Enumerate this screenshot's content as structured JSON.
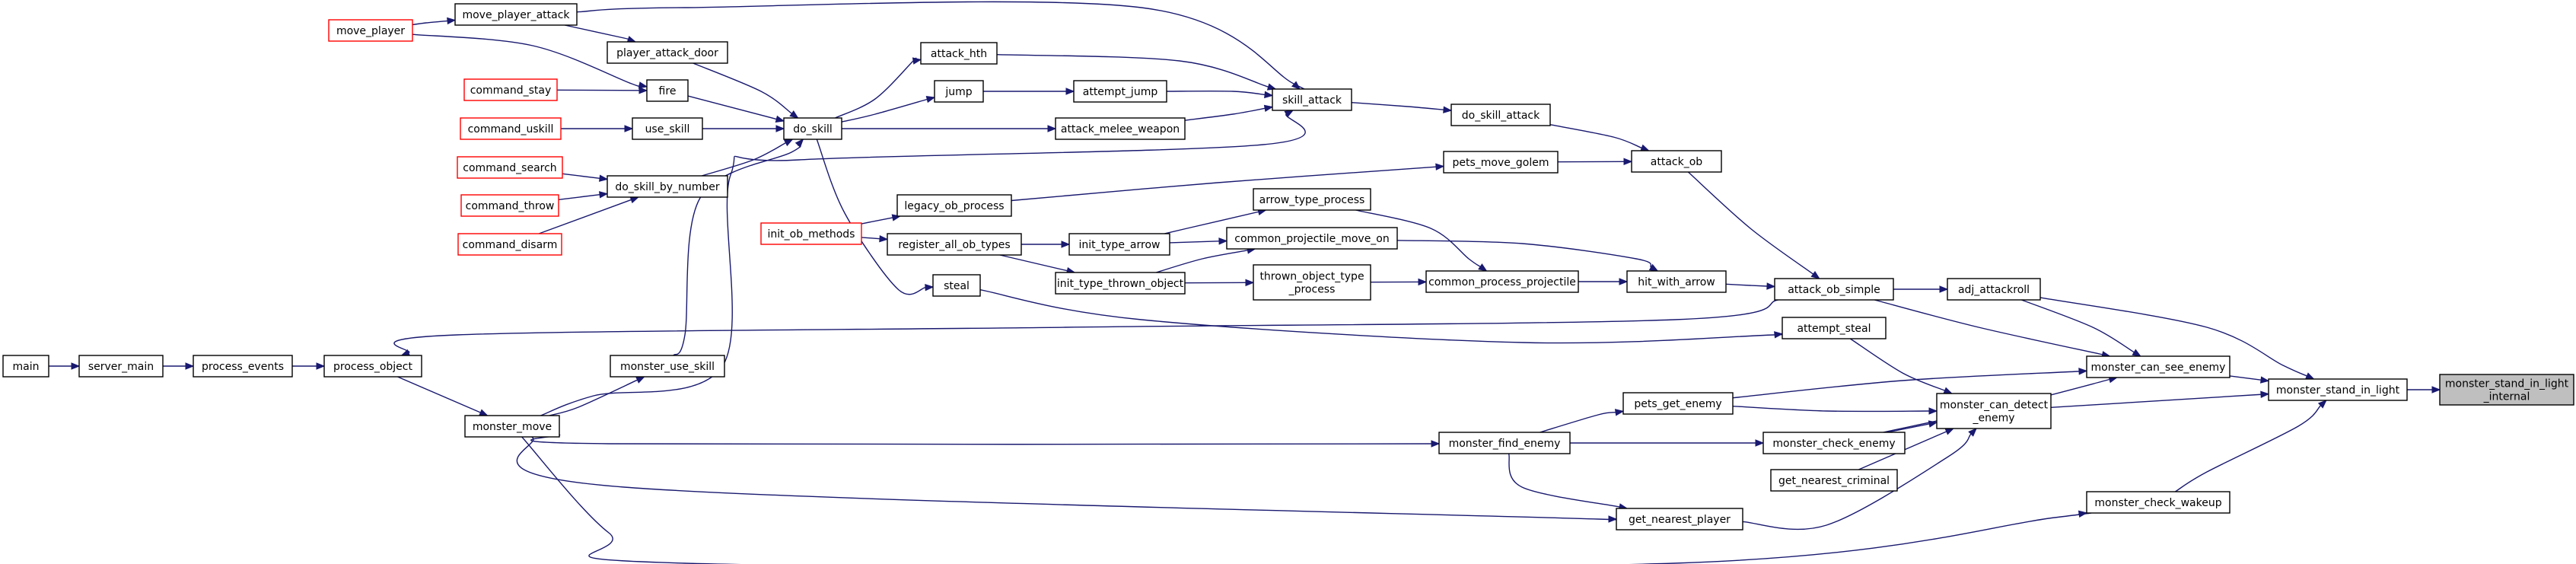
{
  "diagram": {
    "nodes": {
      "monster_stand_in_light_internal": {
        "lines": [
          "monster_stand_in_light",
          "_internal"
        ],
        "style": "grey"
      },
      "monster_stand_in_light": {
        "lines": [
          "monster_stand_in_light"
        ],
        "style": "normal"
      },
      "monster_can_see_enemy": {
        "lines": [
          "monster_can_see_enemy"
        ],
        "style": "normal"
      },
      "monster_can_detect_enemy": {
        "lines": [
          "monster_can_detect",
          "_enemy"
        ],
        "style": "normal"
      },
      "monster_check_wakeup": {
        "lines": [
          "monster_check_wakeup"
        ],
        "style": "normal"
      },
      "adj_attackroll": {
        "lines": [
          "adj_attackroll"
        ],
        "style": "normal"
      },
      "attack_ob_simple": {
        "lines": [
          "attack_ob_simple"
        ],
        "style": "normal"
      },
      "attempt_steal": {
        "lines": [
          "attempt_steal"
        ],
        "style": "normal"
      },
      "pets_get_enemy": {
        "lines": [
          "pets_get_enemy"
        ],
        "style": "normal"
      },
      "monster_check_enemy": {
        "lines": [
          "monster_check_enemy"
        ],
        "style": "normal"
      },
      "get_nearest_criminal": {
        "lines": [
          "get_nearest_criminal"
        ],
        "style": "normal"
      },
      "get_nearest_player": {
        "lines": [
          "get_nearest_player"
        ],
        "style": "normal"
      },
      "monster_find_enemy": {
        "lines": [
          "monster_find_enemy"
        ],
        "style": "normal"
      },
      "attack_ob": {
        "lines": [
          "attack_ob"
        ],
        "style": "normal"
      },
      "hit_with_arrow": {
        "lines": [
          "hit_with_arrow"
        ],
        "style": "normal"
      },
      "do_skill_attack": {
        "lines": [
          "do_skill_attack"
        ],
        "style": "normal"
      },
      "pets_move_golem": {
        "lines": [
          "pets_move_golem"
        ],
        "style": "normal"
      },
      "common_process_projectile": {
        "lines": [
          "common_process_projectile"
        ],
        "style": "normal"
      },
      "arrow_type_process": {
        "lines": [
          "arrow_type_process"
        ],
        "style": "normal"
      },
      "common_projectile_move_on": {
        "lines": [
          "common_projectile_move_on"
        ],
        "style": "normal"
      },
      "thrown_object_type_process": {
        "lines": [
          "thrown_object_type",
          "_process"
        ],
        "style": "normal"
      },
      "skill_attack": {
        "lines": [
          "skill_attack"
        ],
        "style": "normal"
      },
      "init_type_arrow": {
        "lines": [
          "init_type_arrow"
        ],
        "style": "normal"
      },
      "init_type_thrown_object": {
        "lines": [
          "init_type_thrown_object"
        ],
        "style": "normal"
      },
      "legacy_ob_process": {
        "lines": [
          "legacy_ob_process"
        ],
        "style": "normal"
      },
      "register_all_ob_types": {
        "lines": [
          "register_all_ob_types"
        ],
        "style": "normal"
      },
      "init_ob_methods": {
        "lines": [
          "init_ob_methods"
        ],
        "style": "red"
      },
      "steal": {
        "lines": [
          "steal"
        ],
        "style": "normal"
      },
      "attack_hth": {
        "lines": [
          "attack_hth"
        ],
        "style": "normal"
      },
      "jump": {
        "lines": [
          "jump"
        ],
        "style": "normal"
      },
      "attempt_jump": {
        "lines": [
          "attempt_jump"
        ],
        "style": "normal"
      },
      "attack_melee_weapon": {
        "lines": [
          "attack_melee_weapon"
        ],
        "style": "normal"
      },
      "do_skill": {
        "lines": [
          "do_skill"
        ],
        "style": "normal"
      },
      "move_player_attack": {
        "lines": [
          "move_player_attack"
        ],
        "style": "normal"
      },
      "player_attack_door": {
        "lines": [
          "player_attack_door"
        ],
        "style": "normal"
      },
      "fire": {
        "lines": [
          "fire"
        ],
        "style": "normal"
      },
      "use_skill": {
        "lines": [
          "use_skill"
        ],
        "style": "normal"
      },
      "do_skill_by_number": {
        "lines": [
          "do_skill_by_number"
        ],
        "style": "normal"
      },
      "monster_use_skill": {
        "lines": [
          "monster_use_skill"
        ],
        "style": "normal"
      },
      "monster_move": {
        "lines": [
          "monster_move"
        ],
        "style": "normal"
      },
      "process_object": {
        "lines": [
          "process_object"
        ],
        "style": "normal"
      },
      "process_events": {
        "lines": [
          "process_events"
        ],
        "style": "normal"
      },
      "server_main": {
        "lines": [
          "server_main"
        ],
        "style": "normal"
      },
      "main": {
        "lines": [
          "main"
        ],
        "style": "normal"
      },
      "move_player": {
        "lines": [
          "move_player"
        ],
        "style": "red"
      },
      "command_stay": {
        "lines": [
          "command_stay"
        ],
        "style": "red"
      },
      "command_uskill": {
        "lines": [
          "command_uskill"
        ],
        "style": "red"
      },
      "command_search": {
        "lines": [
          "command_search"
        ],
        "style": "red"
      },
      "command_throw": {
        "lines": [
          "command_throw"
        ],
        "style": "red"
      },
      "command_disarm": {
        "lines": [
          "command_disarm"
        ],
        "style": "red"
      }
    },
    "edges": [
      [
        "monster_stand_in_light",
        "monster_stand_in_light_internal"
      ],
      [
        "monster_can_see_enemy",
        "monster_stand_in_light"
      ],
      [
        "monster_can_detect_enemy",
        "monster_stand_in_light"
      ],
      [
        "monster_check_wakeup",
        "monster_stand_in_light"
      ],
      [
        "adj_attackroll",
        "monster_stand_in_light"
      ],
      [
        "adj_attackroll",
        "monster_can_see_enemy"
      ],
      [
        "attack_ob_simple",
        "adj_attackroll"
      ],
      [
        "attack_ob_simple",
        "monster_can_see_enemy"
      ],
      [
        "attempt_steal",
        "monster_can_detect_enemy"
      ],
      [
        "pets_get_enemy",
        "monster_can_see_enemy"
      ],
      [
        "pets_get_enemy",
        "monster_can_detect_enemy"
      ],
      [
        "monster_check_enemy",
        "monster_can_see_enemy"
      ],
      [
        "monster_check_enemy",
        "monster_can_detect_enemy"
      ],
      [
        "get_nearest_criminal",
        "monster_can_detect_enemy"
      ],
      [
        "get_nearest_player",
        "monster_can_detect_enemy"
      ],
      [
        "monster_find_enemy",
        "pets_get_enemy"
      ],
      [
        "monster_find_enemy",
        "monster_check_enemy"
      ],
      [
        "monster_find_enemy",
        "get_nearest_player"
      ],
      [
        "attack_ob",
        "attack_ob_simple"
      ],
      [
        "hit_with_arrow",
        "attack_ob_simple"
      ],
      [
        "do_skill_attack",
        "attack_ob"
      ],
      [
        "pets_move_golem",
        "attack_ob"
      ],
      [
        "common_process_projectile",
        "hit_with_arrow"
      ],
      [
        "common_projectile_move_on",
        "hit_with_arrow"
      ],
      [
        "arrow_type_process",
        "common_process_projectile"
      ],
      [
        "thrown_object_type_process",
        "common_process_projectile"
      ],
      [
        "skill_attack",
        "do_skill_attack"
      ],
      [
        "init_type_arrow",
        "arrow_type_process"
      ],
      [
        "init_type_arrow",
        "common_projectile_move_on"
      ],
      [
        "init_type_thrown_object",
        "common_projectile_move_on"
      ],
      [
        "init_type_thrown_object",
        "thrown_object_type_process"
      ],
      [
        "legacy_ob_process",
        "pets_move_golem"
      ],
      [
        "register_all_ob_types",
        "init_type_arrow"
      ],
      [
        "register_all_ob_types",
        "init_type_thrown_object"
      ],
      [
        "init_ob_methods",
        "legacy_ob_process"
      ],
      [
        "init_ob_methods",
        "register_all_ob_types"
      ],
      [
        "steal",
        "attempt_steal"
      ],
      [
        "attack_hth",
        "skill_attack"
      ],
      [
        "attempt_jump",
        "skill_attack"
      ],
      [
        "attack_melee_weapon",
        "skill_attack"
      ],
      [
        "jump",
        "attempt_jump"
      ],
      [
        "do_skill",
        "attack_hth"
      ],
      [
        "do_skill",
        "jump"
      ],
      [
        "do_skill",
        "attack_melee_weapon"
      ],
      [
        "do_skill",
        "steal"
      ],
      [
        "move_player_attack",
        "skill_attack"
      ],
      [
        "player_attack_door",
        "do_skill"
      ],
      [
        "fire",
        "do_skill"
      ],
      [
        "use_skill",
        "do_skill"
      ],
      [
        "do_skill_by_number",
        "do_skill"
      ],
      [
        "monster_use_skill",
        "do_skill"
      ],
      [
        "monster_move",
        "skill_attack"
      ],
      [
        "monster_move",
        "monster_use_skill"
      ],
      [
        "monster_move",
        "monster_find_enemy"
      ],
      [
        "monster_move",
        "get_nearest_player"
      ],
      [
        "monster_move",
        "monster_check_wakeup"
      ],
      [
        "process_object",
        "monster_move"
      ],
      [
        "attack_ob_simple",
        "process_object"
      ],
      [
        "process_events",
        "process_object"
      ],
      [
        "server_main",
        "process_events"
      ],
      [
        "main",
        "server_main"
      ],
      [
        "move_player",
        "move_player_attack"
      ],
      [
        "move_player",
        "fire"
      ],
      [
        "move_player_attack",
        "player_attack_door"
      ],
      [
        "command_stay",
        "fire"
      ],
      [
        "command_uskill",
        "use_skill"
      ],
      [
        "command_search",
        "do_skill_by_number"
      ],
      [
        "command_throw",
        "do_skill_by_number"
      ],
      [
        "command_disarm",
        "do_skill_by_number"
      ]
    ]
  }
}
